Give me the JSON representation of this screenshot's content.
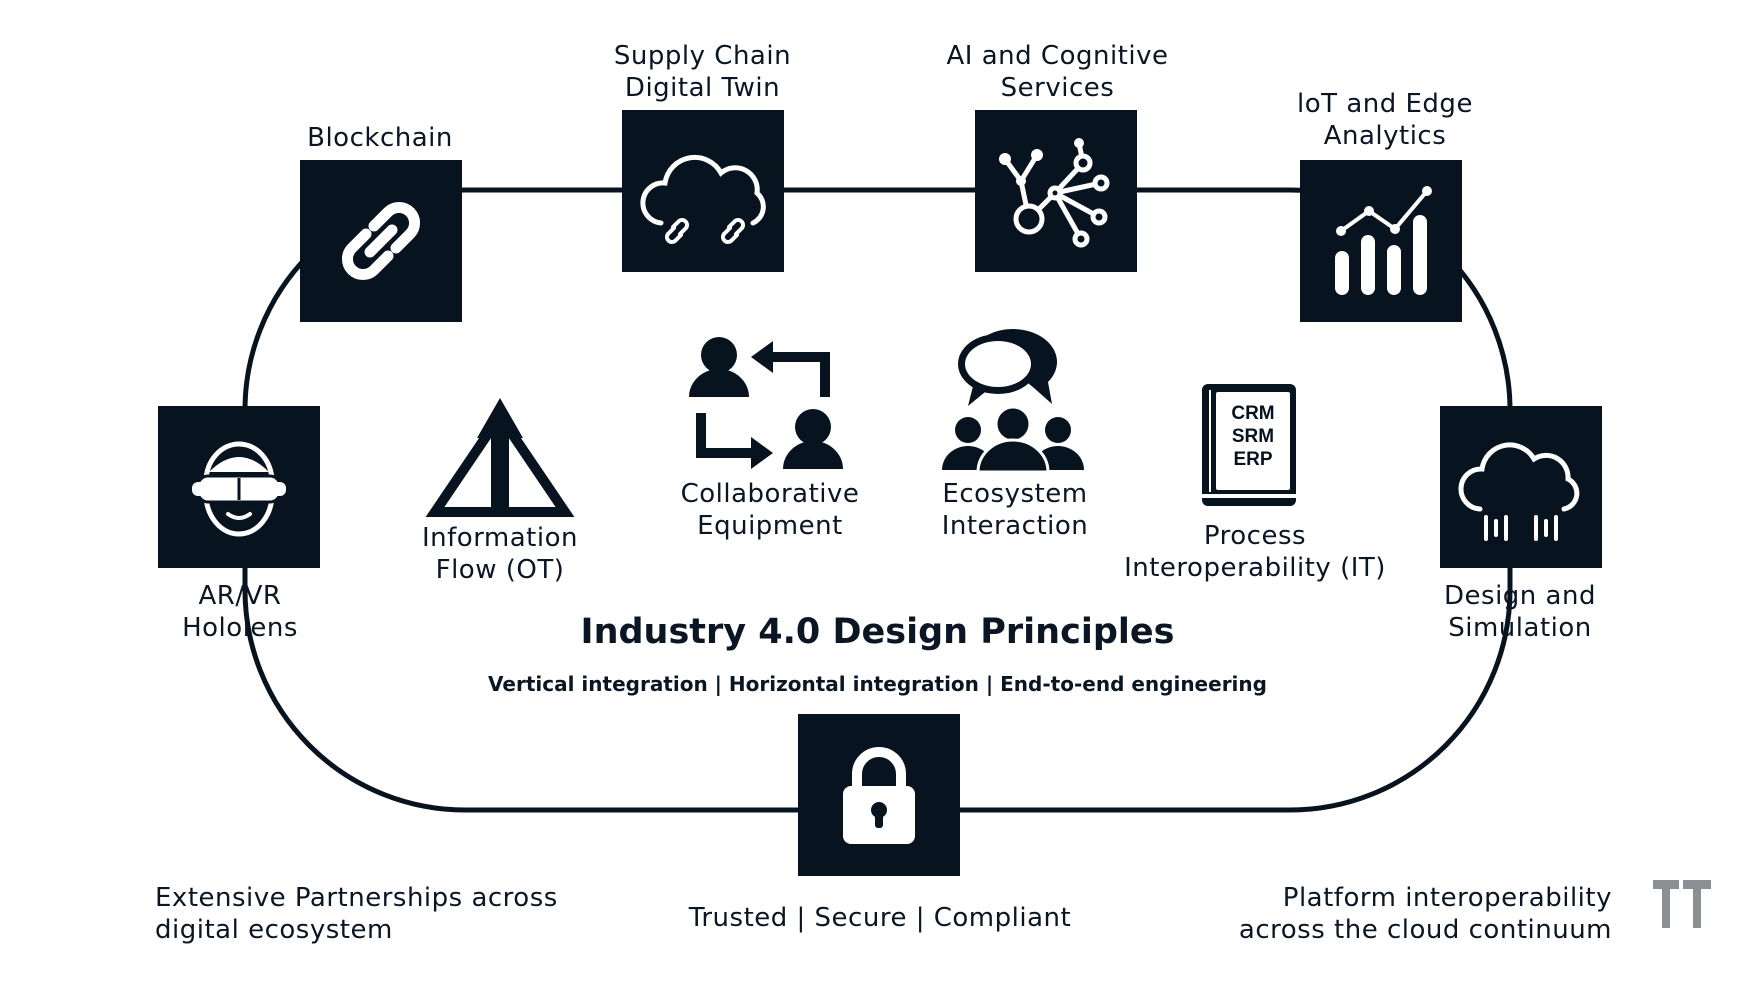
{
  "title": "Industry 4.0 Design Principles",
  "subtitle": "Vertical integration | Horizontal integration | End-to-end engineering",
  "ring_nodes": {
    "blockchain": {
      "label": "Blockchain",
      "icon": "chain-link-icon"
    },
    "supply_chain": {
      "label": "Supply Chain\nDigital Twin",
      "icon": "cloud-link-icon"
    },
    "ai_cognitive": {
      "label": "AI and Cognitive\nServices",
      "icon": "neural-network-icon"
    },
    "iot_edge": {
      "label": "loT and Edge\nAnalytics",
      "icon": "bar-line-chart-icon"
    },
    "ar_vr": {
      "label": "AR/VR\nHololens",
      "icon": "vr-headset-icon"
    },
    "design_sim": {
      "label": "Design and\nSimulation",
      "icon": "cloud-rain-icon"
    },
    "security": {
      "label": "Trusted | Secure | Compliant",
      "icon": "padlock-icon"
    }
  },
  "inner_nodes": {
    "info_flow": {
      "label": "Information\nFlow (OT)",
      "icon": "triangle-arrow-icon"
    },
    "collab": {
      "label": "Collaborative\nEquipment",
      "icon": "people-exchange-icon"
    },
    "ecosystem": {
      "label": "Ecosystem\nInteraction",
      "icon": "group-chat-icon"
    },
    "process": {
      "label": "Process\nInteroperability (IT)",
      "icon": "book-icon",
      "book_lines": [
        "CRM",
        "SRM",
        "ERP"
      ]
    }
  },
  "footer": {
    "left": "Extensive Partnerships across\ndigital ecosystem",
    "right": "Platform interoperability\nacross the cloud continuum"
  },
  "colors": {
    "tile": "#07131f",
    "text": "#0b1624",
    "logo": "#8a8f93"
  }
}
